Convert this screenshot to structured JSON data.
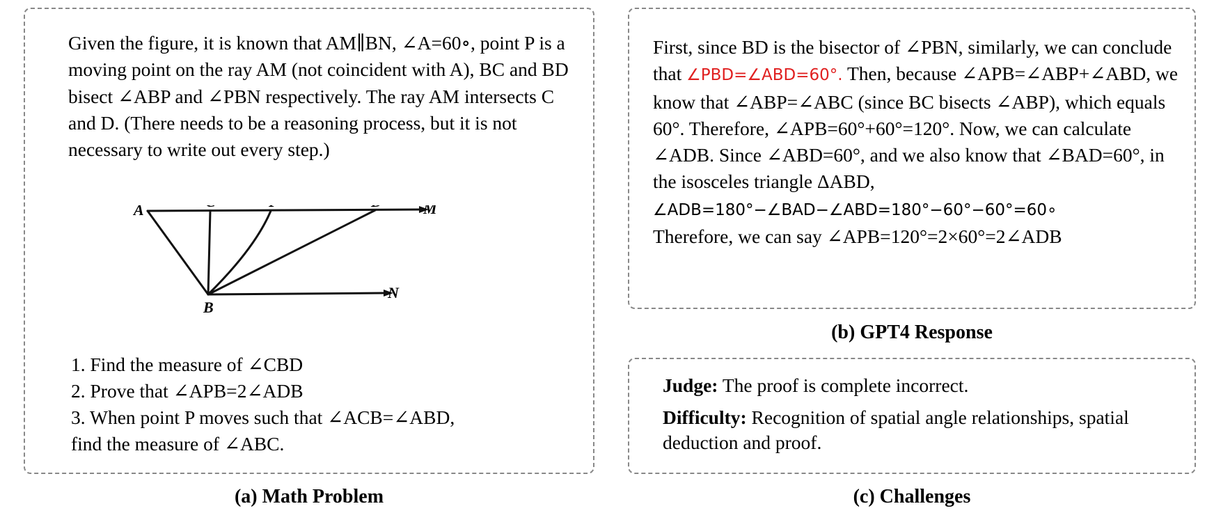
{
  "problem": {
    "text": "Given the figure, it is known that AM∥BN, ∠A=60∘, point P is a moving point on the ray AM (not coincident with A), BC and BD bisect ∠ABP and ∠PBN respectively. The ray AM intersects C and D. (There needs to be a reasoning process, but it is not necessary to write out every step.)",
    "figure_labels": {
      "A": "A",
      "C": "C",
      "P": "P",
      "D": "D",
      "M": "M",
      "B": "B",
      "N": "N"
    },
    "questions": [
      "1. Find the measure of ∠CBD",
      "2. Prove that ∠APB=2∠ADB",
      "3. When point P moves such that ∠ACB=∠ABD,",
      "find the measure of ∠ABC."
    ]
  },
  "response": {
    "part1": "First, since BD is the bisector of ∠PBN, similarly, we can conclude that ",
    "highlight": "∠PBD=∠ABD=60°.",
    "part2": " Then, because ∠APB=∠ABP+∠ABD, we know that ∠ABP=∠ABC (since BC bisects ∠ABP), which equals 60°. Therefore, ∠APB=60°+60°=120°. Now, we can calculate ∠ADB. Since ∠ABD=60°, and we also know that ∠BAD=60°, in the isosceles triangle ΔABD,",
    "formula": "∠ADB=180°−∠BAD−∠ABD=180°−60°−60°=60∘",
    "conclusion": "Therefore, we can say ∠APB=120°=2×60°=2∠ADB"
  },
  "challenges": {
    "judge_label": "Judge:",
    "judge_text": " The proof is complete incorrect.",
    "difficulty_label": "Difficulty:",
    "difficulty_text": " Recognition of spatial angle relationships, spatial deduction and proof."
  },
  "captions": {
    "a": "(a) Math Problem",
    "b": "(b) GPT4 Response",
    "c": "(c) Challenges"
  }
}
